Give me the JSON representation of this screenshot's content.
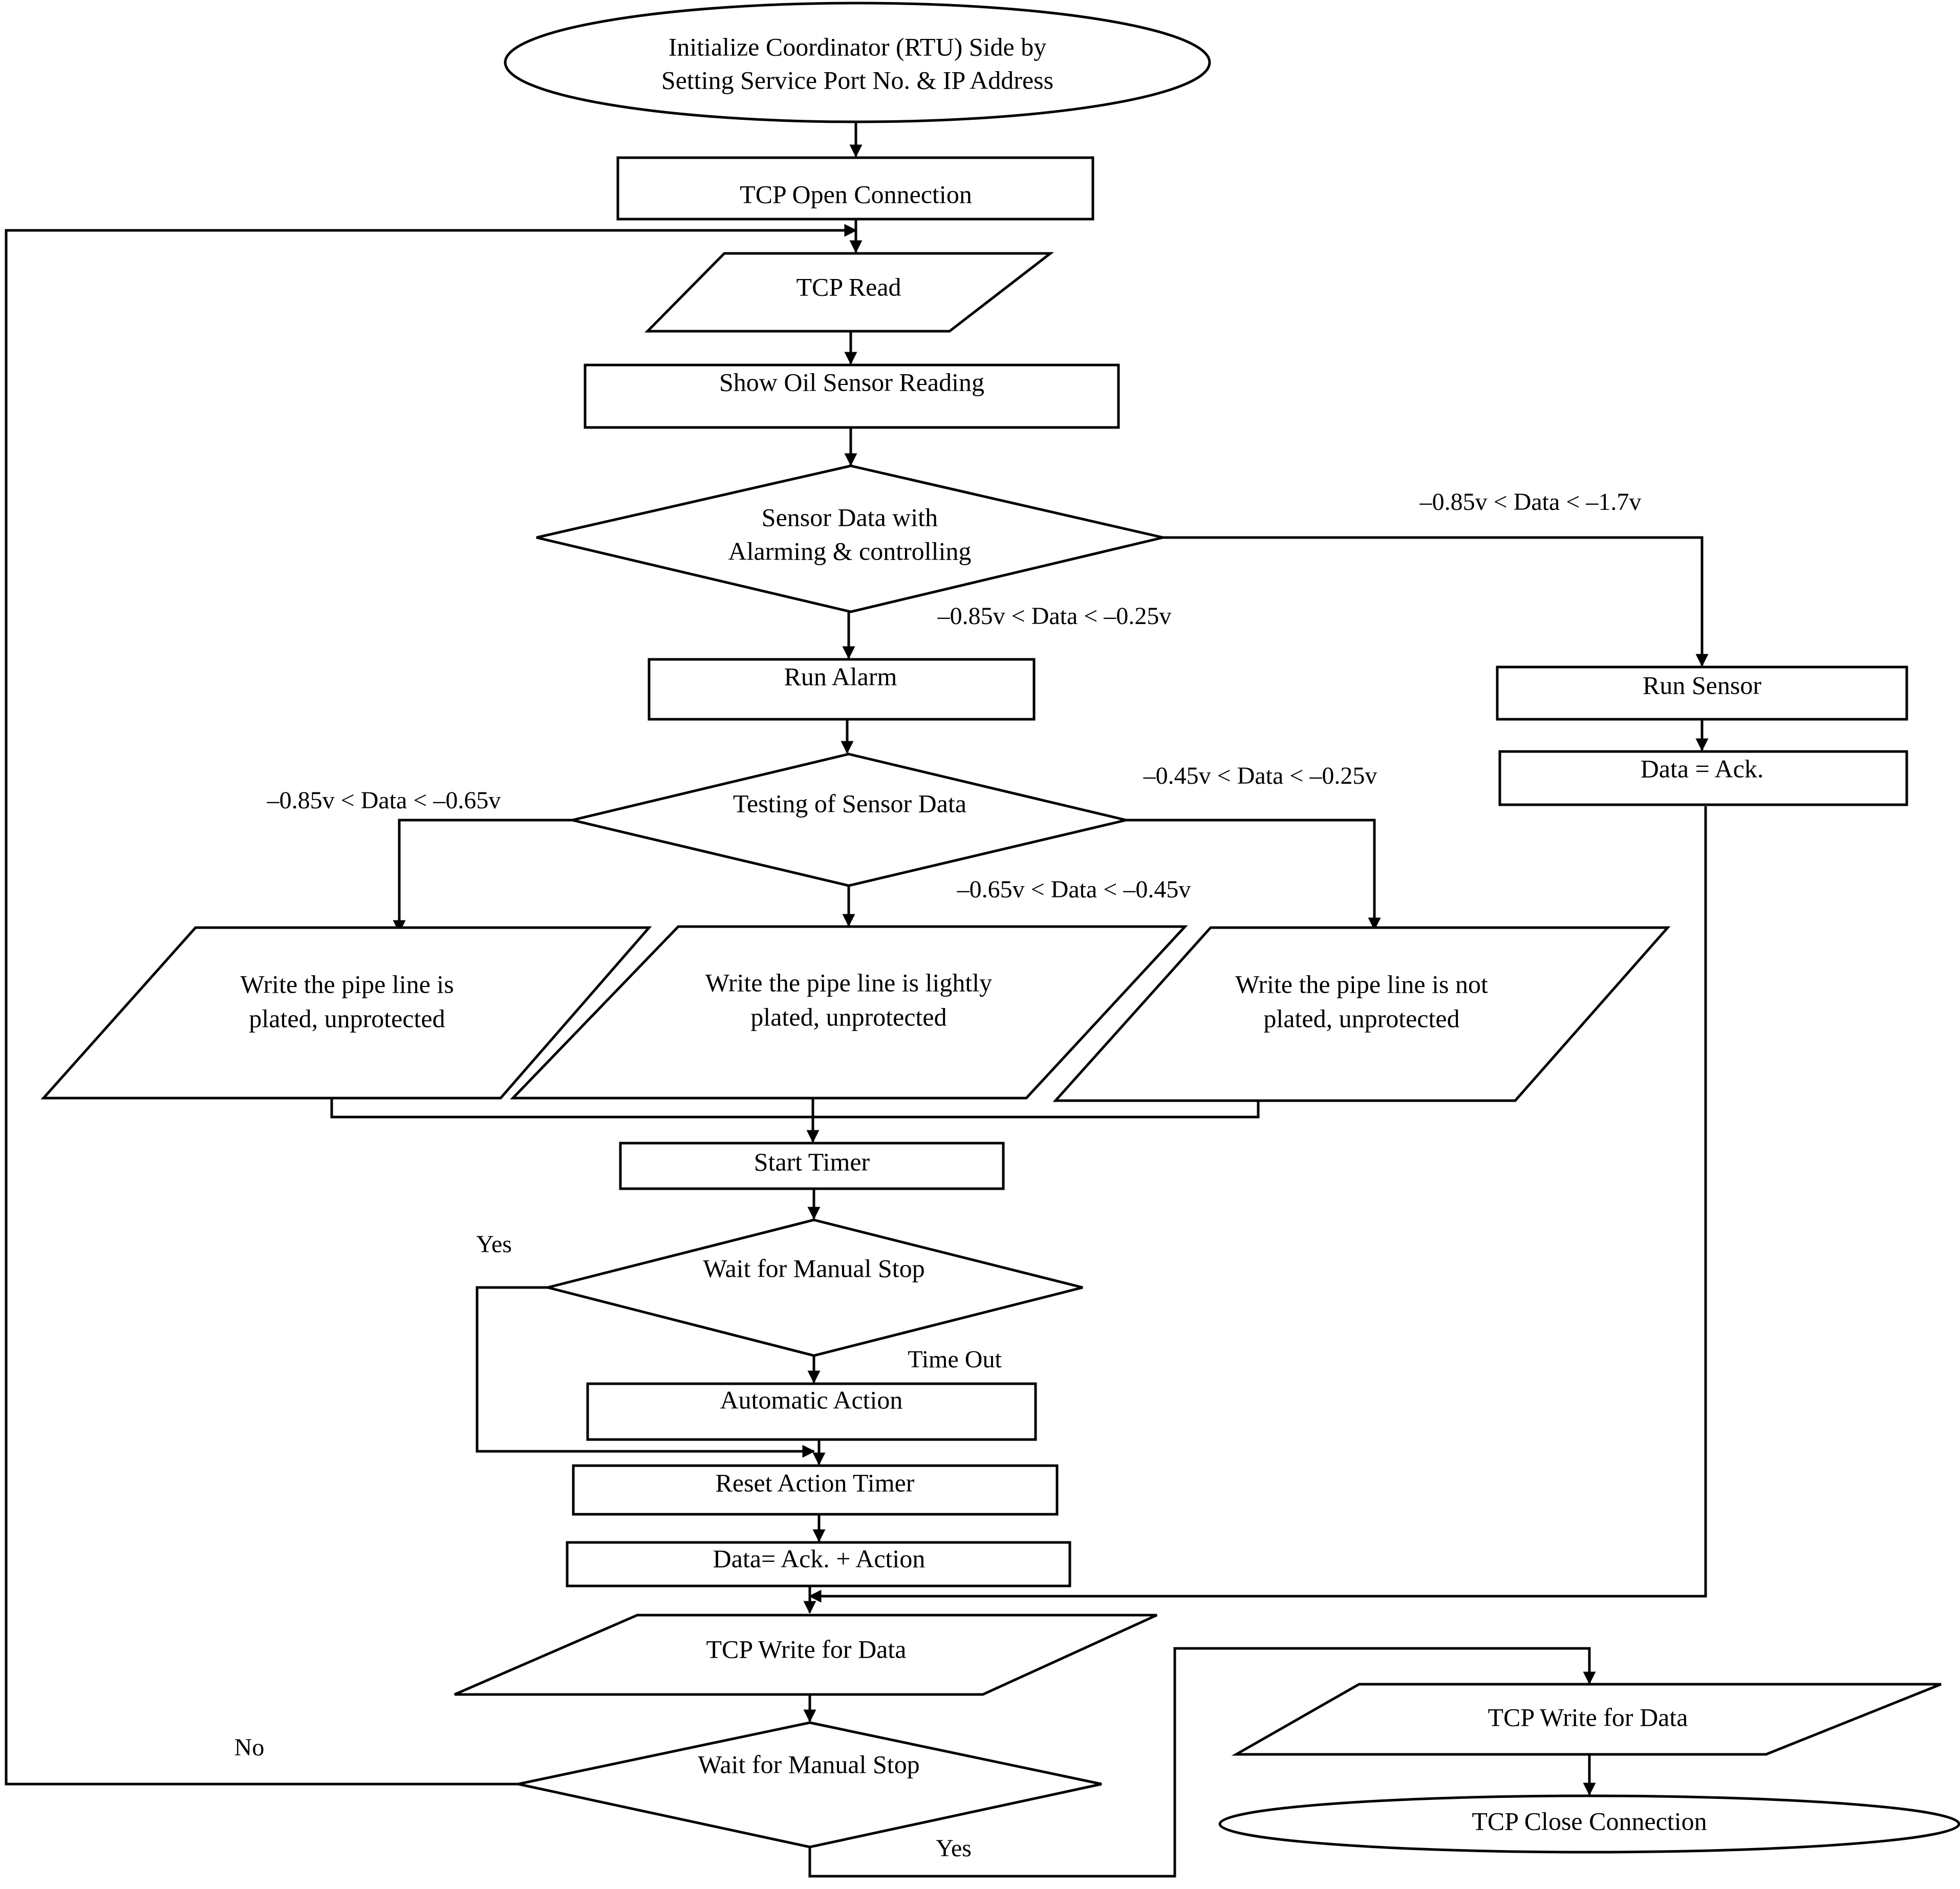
{
  "nodes": {
    "init": {
      "lines": [
        "Initialize Coordinator (RTU) Side by",
        "Setting Service Port No. & IP Address"
      ]
    },
    "tcp_open": {
      "lines": [
        "TCP Open Connection"
      ]
    },
    "tcp_read": {
      "lines": [
        "TCP Read"
      ]
    },
    "show_oil": {
      "lines": [
        "Show Oil Sensor Reading"
      ]
    },
    "sensor_decision": {
      "lines": [
        "Sensor Data with",
        "Alarming & controlling"
      ]
    },
    "run_alarm": {
      "lines": [
        "Run Alarm"
      ]
    },
    "run_sensor": {
      "lines": [
        "Run Sensor"
      ]
    },
    "data_ack": {
      "lines": [
        "Data = Ack."
      ]
    },
    "testing": {
      "lines": [
        "Testing of Sensor Data"
      ]
    },
    "write_plated": {
      "lines": [
        "Write the pipe line is",
        "plated, unprotected"
      ]
    },
    "write_lightly": {
      "lines": [
        "Write the pipe line is lightly",
        "plated, unprotected"
      ]
    },
    "write_not": {
      "lines": [
        "Write the pipe line is not",
        "plated, unprotected"
      ]
    },
    "start_timer": {
      "lines": [
        "Start Timer"
      ]
    },
    "wait1": {
      "lines": [
        "Wait for Manual Stop"
      ]
    },
    "auto_action": {
      "lines": [
        "Automatic Action"
      ]
    },
    "reset_timer": {
      "lines": [
        "Reset Action Timer"
      ]
    },
    "data_ack_action": {
      "lines": [
        "Data= Ack. + Action"
      ]
    },
    "tcp_write1": {
      "lines": [
        "TCP Write for Data"
      ]
    },
    "wait2": {
      "lines": [
        "Wait for Manual Stop"
      ]
    },
    "tcp_write2": {
      "lines": [
        "TCP Write for Data"
      ]
    },
    "tcp_close": {
      "lines": [
        "TCP Close Connection"
      ]
    }
  },
  "edge_labels": {
    "to_run_sensor": "–0.85v < Data < –1.7v",
    "to_run_alarm": "–0.85v < Data < –0.25v",
    "to_plated": "–0.85v < Data < –0.65v",
    "to_not_plated": "–0.45v < Data < –0.25v",
    "to_lightly": "–0.65v < Data < –0.45v",
    "wait1_yes": "Yes",
    "wait1_timeout": "Time Out",
    "wait2_no": "No",
    "wait2_yes": "Yes"
  }
}
